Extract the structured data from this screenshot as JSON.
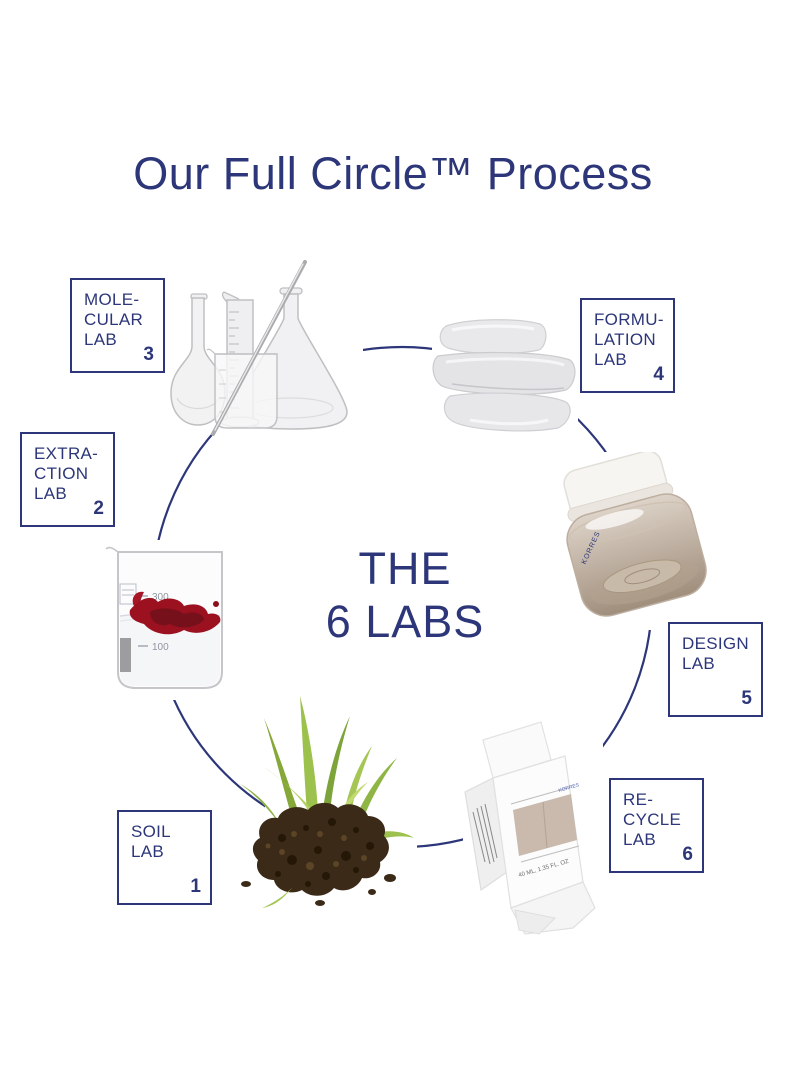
{
  "title": "Our Full Circle™ Process",
  "center": {
    "line1": "THE",
    "line2": "6 LABS"
  },
  "colors": {
    "navy": "#2c3679",
    "soil_brown": "#3b2a18",
    "extract_red": "#9c1120"
  },
  "labs": [
    {
      "number": "1",
      "lines": [
        "SOIL",
        "LAB"
      ]
    },
    {
      "number": "2",
      "lines": [
        "EXTRA-",
        "CTION",
        "LAB"
      ]
    },
    {
      "number": "3",
      "lines": [
        "MOLE-",
        "CULAR",
        "LAB"
      ]
    },
    {
      "number": "4",
      "lines": [
        "FORMU-",
        "LATION",
        "LAB"
      ]
    },
    {
      "number": "5",
      "lines": [
        "DESIGN",
        "LAB"
      ]
    },
    {
      "number": "6",
      "lines": [
        "RE-",
        "CYCLE",
        "LAB"
      ]
    }
  ],
  "illustrations": {
    "extraction_beaker": {
      "graduation_300": "300",
      "graduation_100": "100"
    },
    "design_jar": {
      "brand": "KORRES"
    },
    "recycle_box": {
      "brand": "KORRES",
      "size_text": "40 ML, 1.35 FL. OZ"
    }
  }
}
